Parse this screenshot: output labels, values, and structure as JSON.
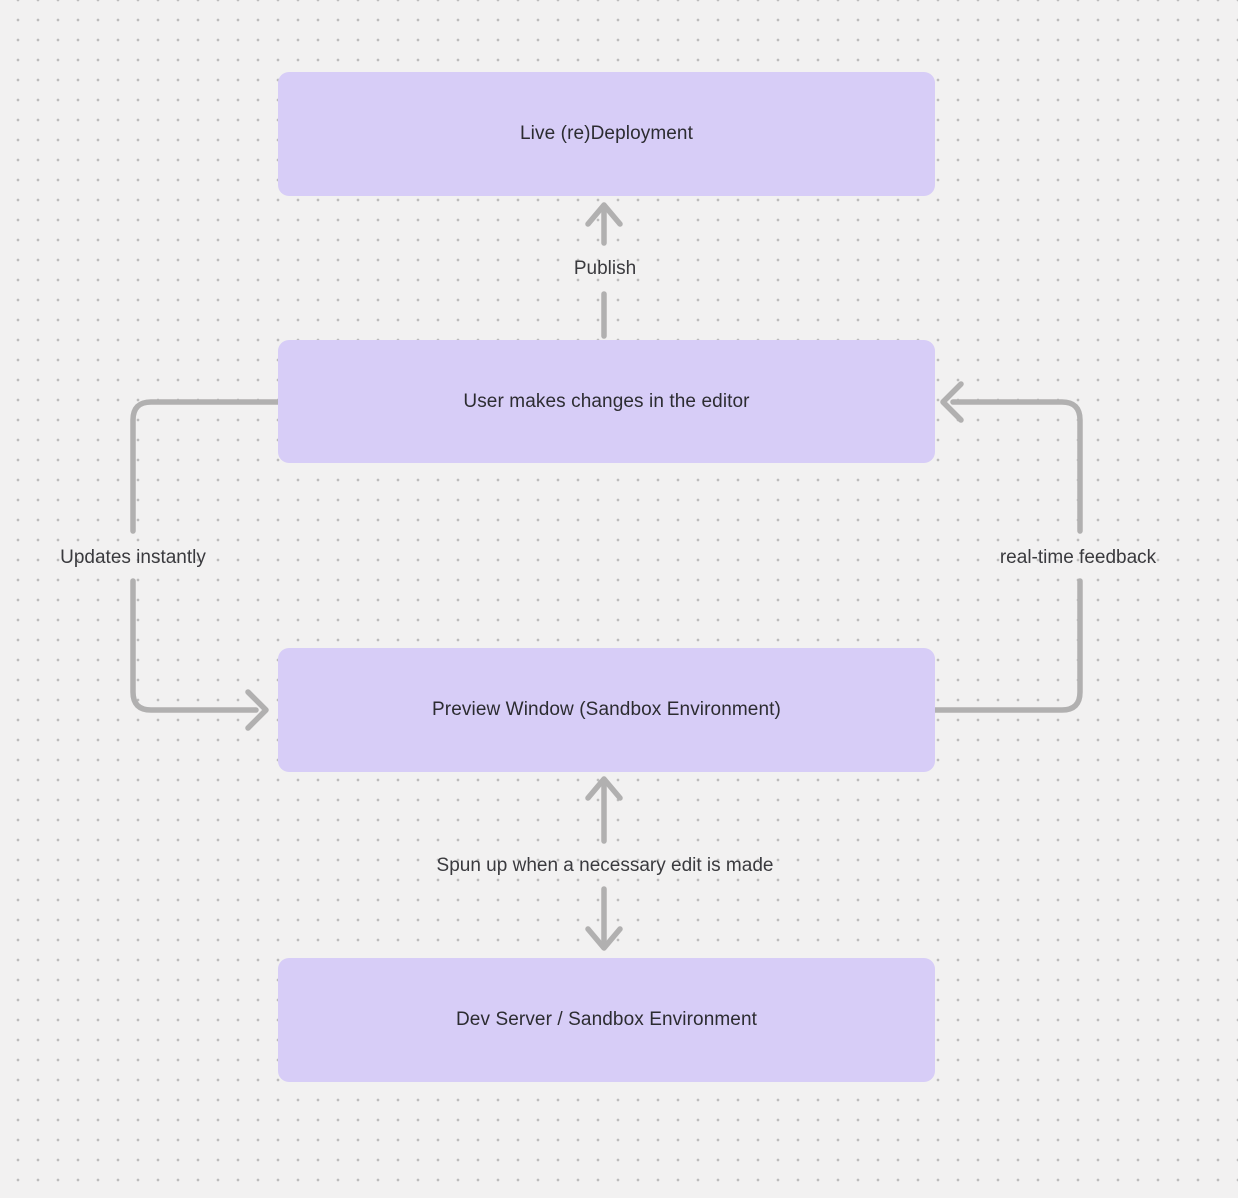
{
  "diagram": {
    "type": "flowchart",
    "style": {
      "canvas_background": "#f2f1f1",
      "dot_grid_color": "#bdbcbc",
      "node_fill": "#d7cdf7",
      "node_text_color": "#2c2c31",
      "arrow_color": "#b1b0b0",
      "edge_label_color": "#3a3a3e"
    },
    "nodes": [
      {
        "id": "live-deployment",
        "label": "Live (re)Deployment"
      },
      {
        "id": "user-editor",
        "label": "User makes changes in the editor"
      },
      {
        "id": "preview-window",
        "label": "Preview Window (Sandbox Environment)"
      },
      {
        "id": "dev-server",
        "label": "Dev Server / Sandbox Environment"
      }
    ],
    "edges": [
      {
        "id": "publish",
        "label": "Publish",
        "from": "user-editor",
        "to": "live-deployment",
        "shape": "straight-up"
      },
      {
        "id": "updates-instantly",
        "label": "Updates instantly",
        "from": "user-editor",
        "to": "preview-window",
        "shape": "left-side-loop"
      },
      {
        "id": "real-time-feedback",
        "label": "real-time feedback",
        "from": "preview-window",
        "to": "user-editor",
        "shape": "right-side-loop"
      },
      {
        "id": "spun-up",
        "label": "Spun up when a necessary edit is made",
        "from": "preview-window",
        "to": "dev-server",
        "shape": "bidirectional-vertical"
      }
    ]
  }
}
